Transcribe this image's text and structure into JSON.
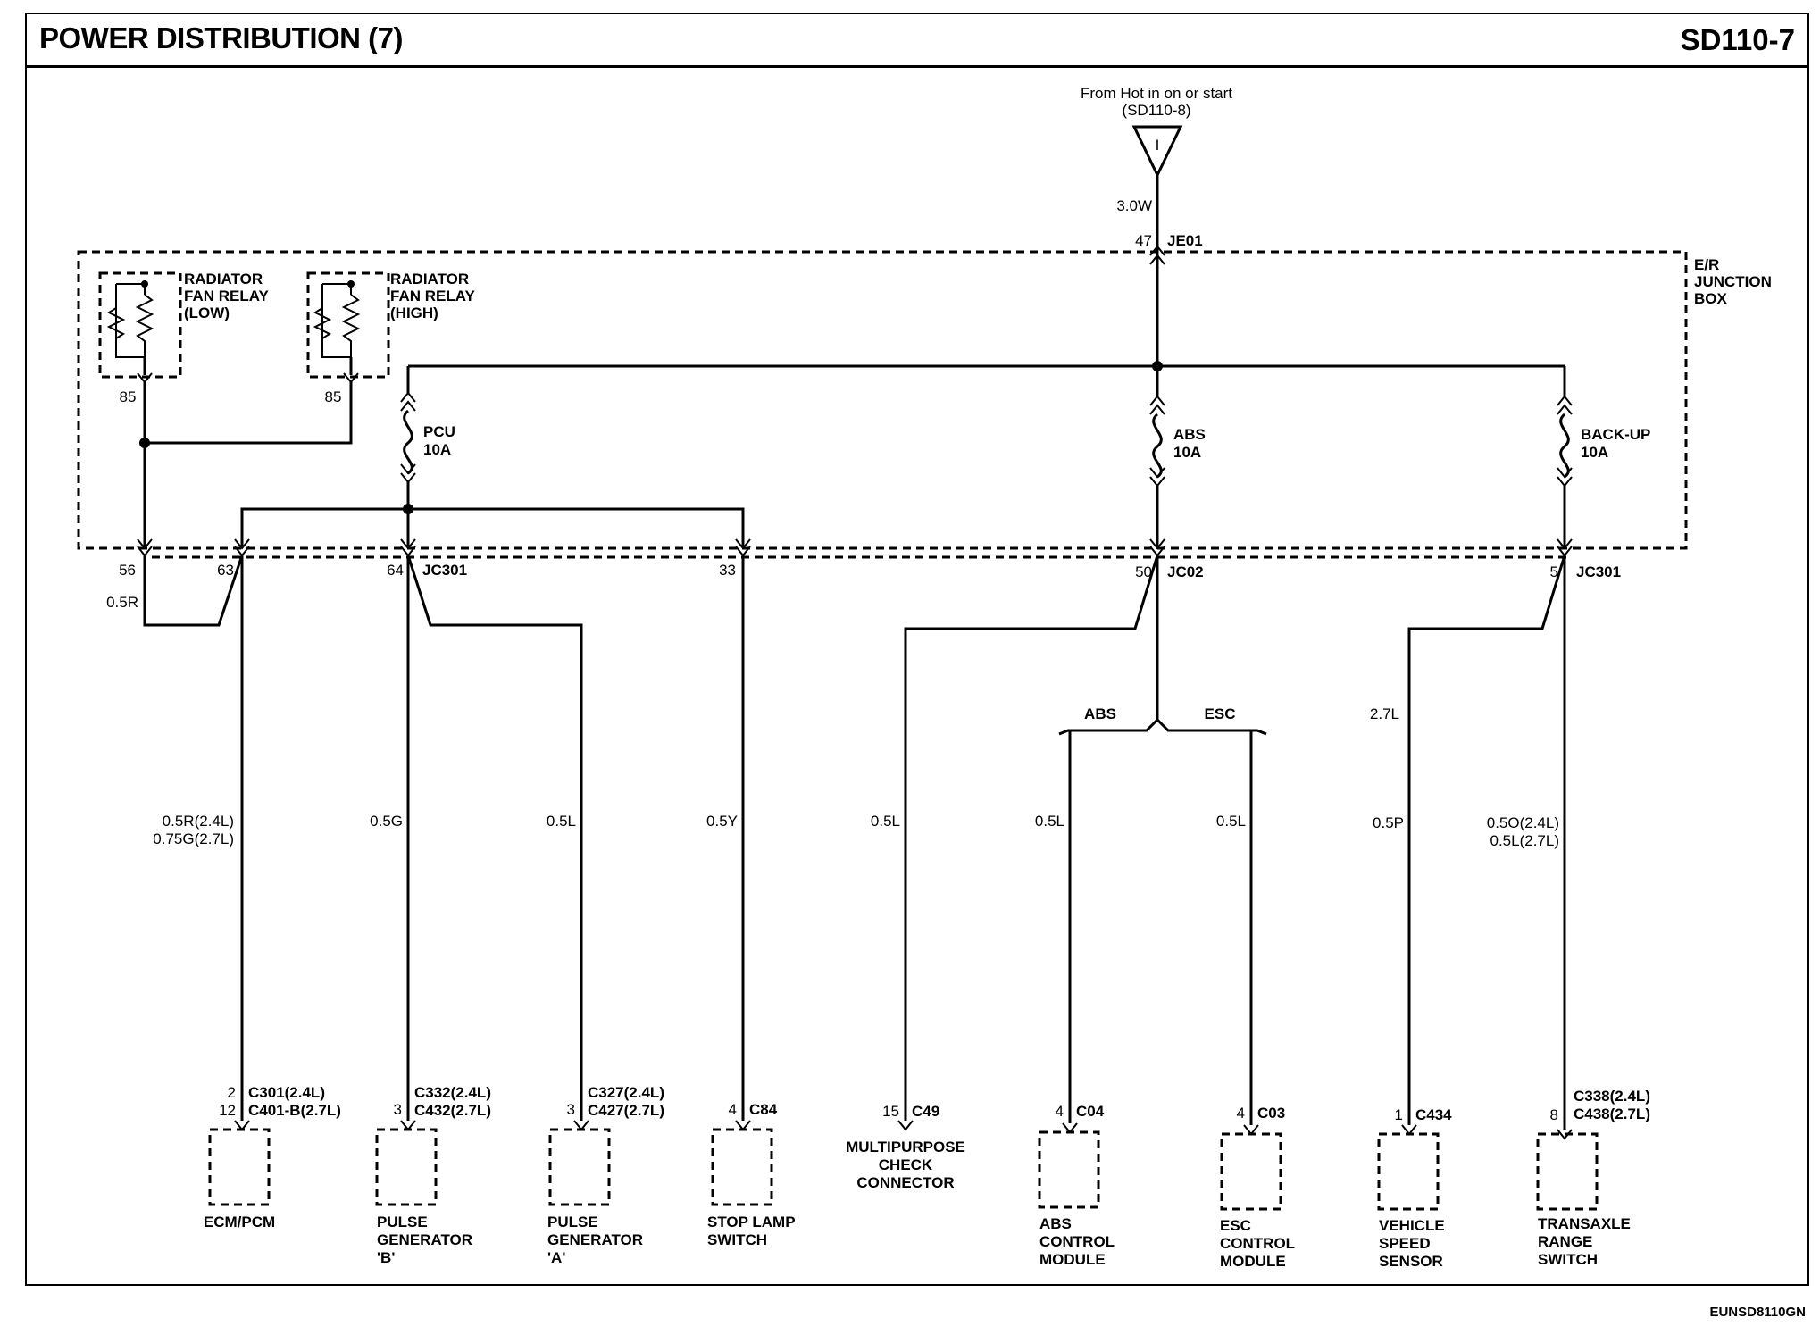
{
  "header": {
    "title": "POWER DISTRIBUTION (7)",
    "page_code": "SD110-7"
  },
  "footer": {
    "figure_id": "EUNSD8110GN"
  },
  "source": {
    "line1": "From Hot in on or start",
    "line2": "(SD110-8)",
    "marker": "I",
    "wire": "3.0W",
    "pin": "47",
    "connector": "JE01"
  },
  "junction_box": {
    "label_lines": [
      "E/R",
      "JUNCTION",
      "BOX"
    ]
  },
  "relays": [
    {
      "label_lines": [
        "RADIATOR",
        "FAN RELAY",
        "(LOW)"
      ],
      "pin": "85"
    },
    {
      "label_lines": [
        "RADIATOR",
        "FAN RELAY",
        "(HIGH)"
      ],
      "pin": "85"
    }
  ],
  "fuses": [
    {
      "name": "PCU",
      "rating": "10A"
    },
    {
      "name": "ABS",
      "rating": "10A"
    },
    {
      "name": "BACK-UP",
      "rating": "10A"
    }
  ],
  "jb_pins": [
    {
      "pin": "56",
      "connector": ""
    },
    {
      "pin": "63",
      "connector": ""
    },
    {
      "pin": "64",
      "connector": "JC301"
    },
    {
      "pin": "33",
      "connector": ""
    },
    {
      "pin": "50",
      "connector": "JC02"
    },
    {
      "pin": "5",
      "connector": "JC301"
    }
  ],
  "wire_labels": {
    "pin56": "0.5R",
    "splice_abs": "ABS",
    "splice_esc": "ESC",
    "backup_branch": "2.7L"
  },
  "branches": [
    {
      "wire_lines": [
        "0.5R(2.4L)",
        "0.75G(2.7L)"
      ],
      "pin_lines": [
        "2",
        "12"
      ],
      "conn_lines": [
        "C301(2.4L)",
        "C401-B(2.7L)"
      ],
      "comp_lines": [
        "ECM/PCM"
      ]
    },
    {
      "wire_lines": [
        "0.5G"
      ],
      "pin_lines": [
        "3"
      ],
      "conn_lines": [
        "C332(2.4L)",
        "C432(2.7L)"
      ],
      "comp_lines": [
        "PULSE",
        "GENERATOR",
        "'B'"
      ]
    },
    {
      "wire_lines": [
        "0.5L"
      ],
      "pin_lines": [
        "3"
      ],
      "conn_lines": [
        "C327(2.4L)",
        "C427(2.7L)"
      ],
      "comp_lines": [
        "PULSE",
        "GENERATOR",
        "'A'"
      ]
    },
    {
      "wire_lines": [
        "0.5Y"
      ],
      "pin_lines": [
        "4"
      ],
      "conn_lines": [
        "C84"
      ],
      "comp_lines": [
        "STOP LAMP",
        "SWITCH"
      ]
    },
    {
      "wire_lines": [
        "0.5L"
      ],
      "pin_lines": [
        "15"
      ],
      "conn_lines": [
        "C49"
      ],
      "comp_lines": [
        "MULTIPURPOSE",
        "CHECK",
        "CONNECTOR"
      ]
    },
    {
      "wire_lines": [
        "0.5L"
      ],
      "pin_lines": [
        "4"
      ],
      "conn_lines": [
        "C04"
      ],
      "comp_lines": [
        "ABS",
        "CONTROL",
        "MODULE"
      ]
    },
    {
      "wire_lines": [
        "0.5L"
      ],
      "pin_lines": [
        "4"
      ],
      "conn_lines": [
        "C03"
      ],
      "comp_lines": [
        "ESC",
        "CONTROL",
        "MODULE"
      ]
    },
    {
      "wire_lines": [
        "0.5P"
      ],
      "pin_lines": [
        "1"
      ],
      "conn_lines": [
        "C434"
      ],
      "comp_lines": [
        "VEHICLE",
        "SPEED",
        "SENSOR"
      ]
    },
    {
      "wire_lines": [
        "0.5O(2.4L)",
        "0.5L(2.7L)"
      ],
      "pin_lines": [
        "8"
      ],
      "conn_lines": [
        "C338(2.4L)",
        "C438(2.7L)"
      ],
      "comp_lines": [
        "TRANSAXLE",
        "RANGE",
        "SWITCH"
      ]
    }
  ]
}
